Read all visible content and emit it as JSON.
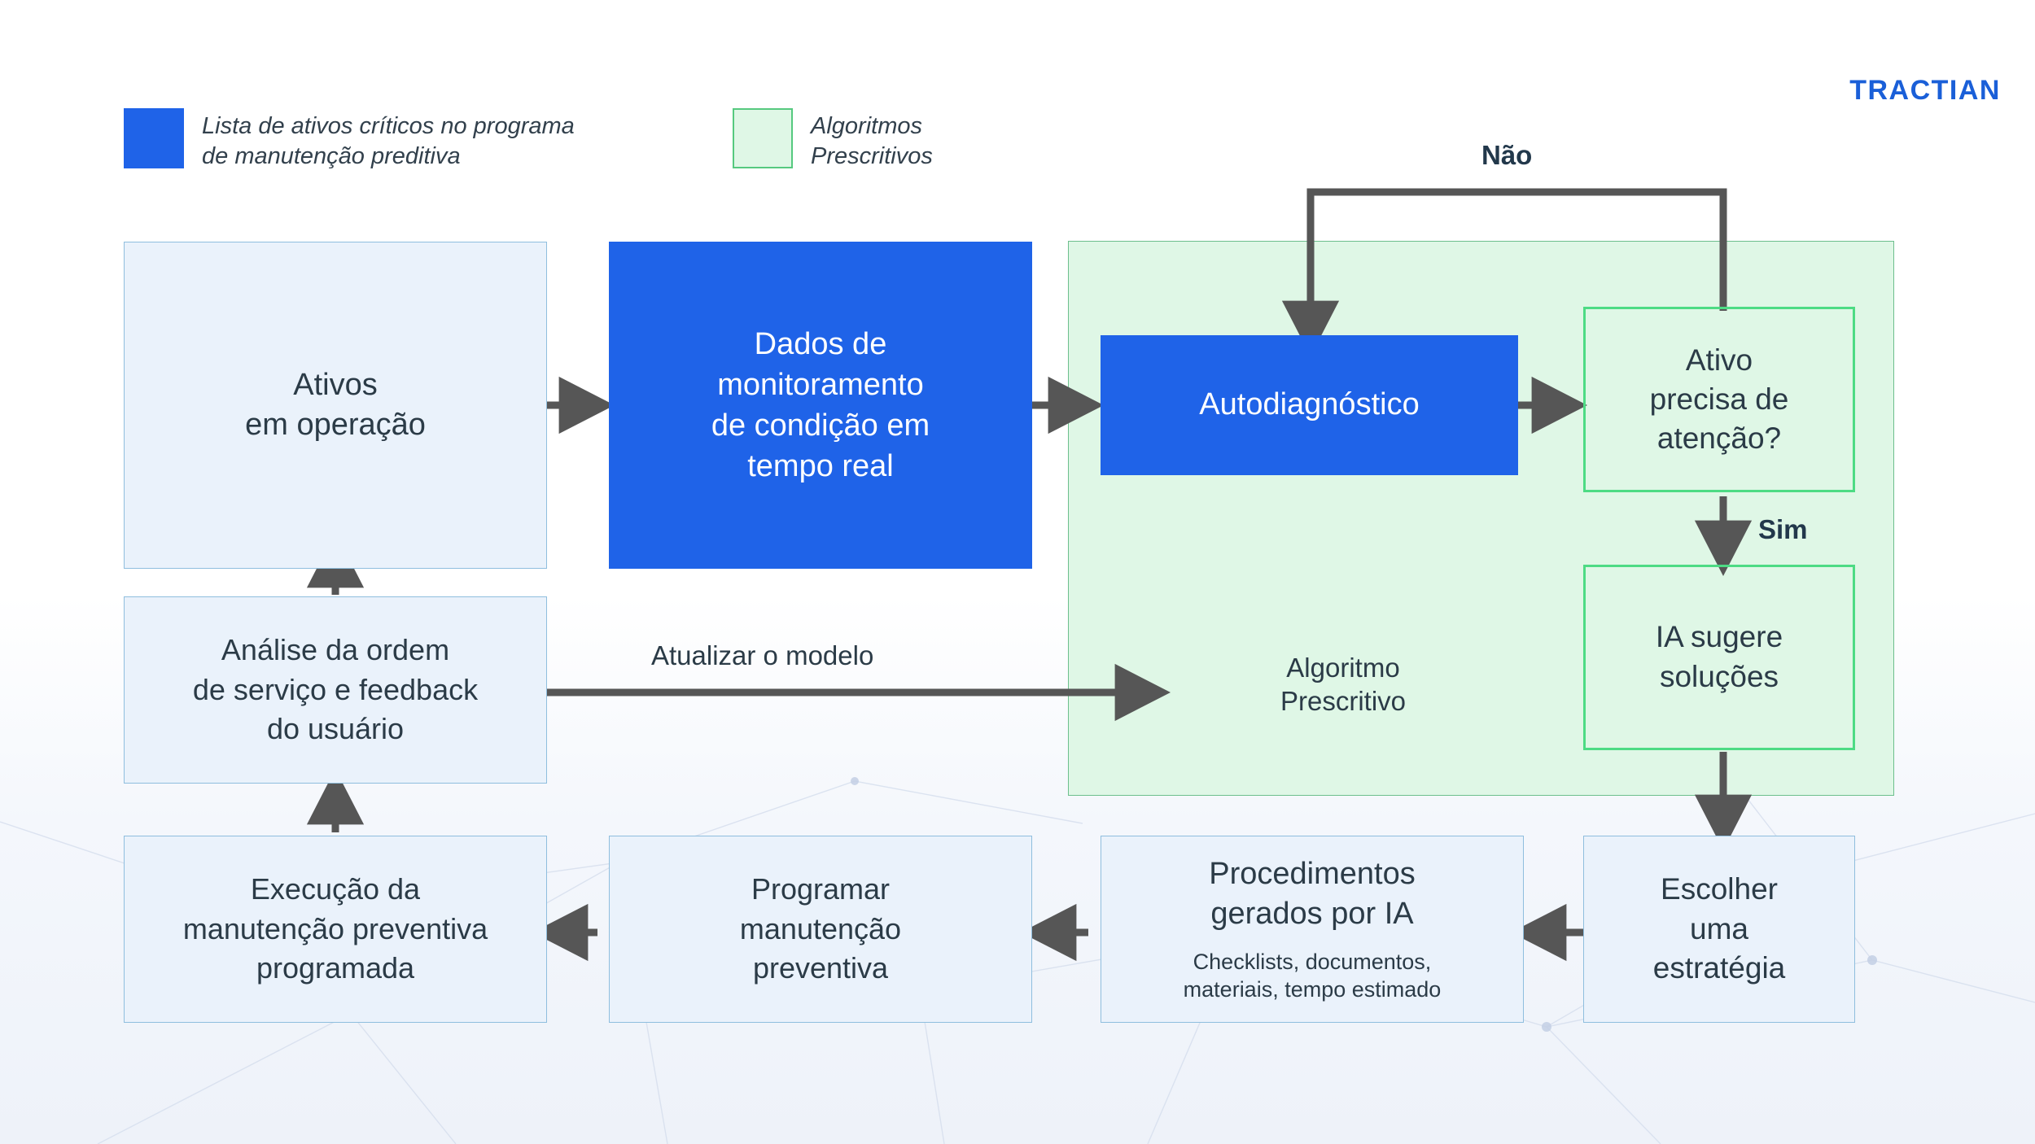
{
  "brand": {
    "logo_text": "TRACTIAN",
    "logo_color": "#1a5fd8"
  },
  "colors": {
    "blue_fill": "#1f63e8",
    "light_blue_fill": "#eaf2fb",
    "light_blue_border": "#8fbede",
    "green_container_fill": "#dff7e6",
    "green_container_border": "#6dbf8d",
    "green_node_border": "#4ddb84",
    "arrow": "#565656",
    "text_dark": "#2b3b47"
  },
  "legend": {
    "items": [
      {
        "swatch": "blue-swatch",
        "label": "Lista de ativos críticos no programa\nde manutenção preditiva"
      },
      {
        "swatch": "green-swatch",
        "label": "Algoritmos\nPrescritivos"
      }
    ]
  },
  "container": {
    "label": "Algoritmo\nPrescritivo"
  },
  "nodes": {
    "ativos_em_operacao": {
      "title": "Ativos\nem operação"
    },
    "dados_monitoramento": {
      "title": "Dados de\nmonitoramento\nde condição em\ntempo real"
    },
    "autodiagnostico": {
      "title": "Autodiagnóstico"
    },
    "ativo_precisa_atencao": {
      "title": "Ativo\nprecisa de\natenção?"
    },
    "ia_sugere_solucoes": {
      "title": "IA sugere\nsoluções"
    },
    "escolher_estrategia": {
      "title": "Escolher\numa\nestratégia"
    },
    "procedimentos_ia": {
      "title": "Procedimentos\ngerados por IA",
      "sub": "Checklists, documentos,\nmateriais, tempo estimado"
    },
    "programar_manutencao": {
      "title": "Programar\nmanutenção\npreventiva"
    },
    "execucao_manutencao": {
      "title": "Execução da\nmanutenção preventiva\nprogramada"
    },
    "analise_ordem": {
      "title": "Análise da ordem\nde serviço e feedback\ndo usuário"
    }
  },
  "edge_labels": {
    "nao": "Não",
    "sim": "Sim",
    "atualizar_modelo": "Atualizar o modelo"
  }
}
